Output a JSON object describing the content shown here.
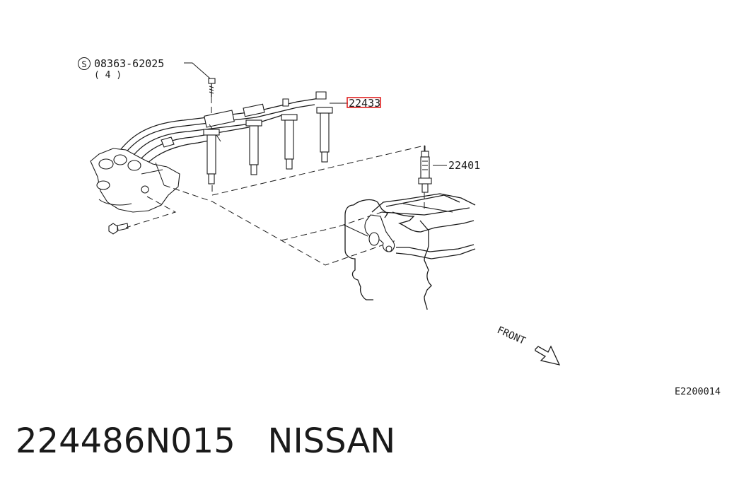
{
  "labels": {
    "bolt_part_number": "08363-62025",
    "bolt_quantity": "( 4 )",
    "bolt_symbol": "S",
    "cable_part_number": "22433",
    "plug_part_number": "22401",
    "direction": "FRONT",
    "figure_code": "E2200014"
  },
  "caption": {
    "part_number": "224486N015",
    "brand": "NISSAN"
  },
  "colors": {
    "line": "#1a1a1a",
    "highlight_box": "#e02020",
    "background": "#ffffff"
  }
}
